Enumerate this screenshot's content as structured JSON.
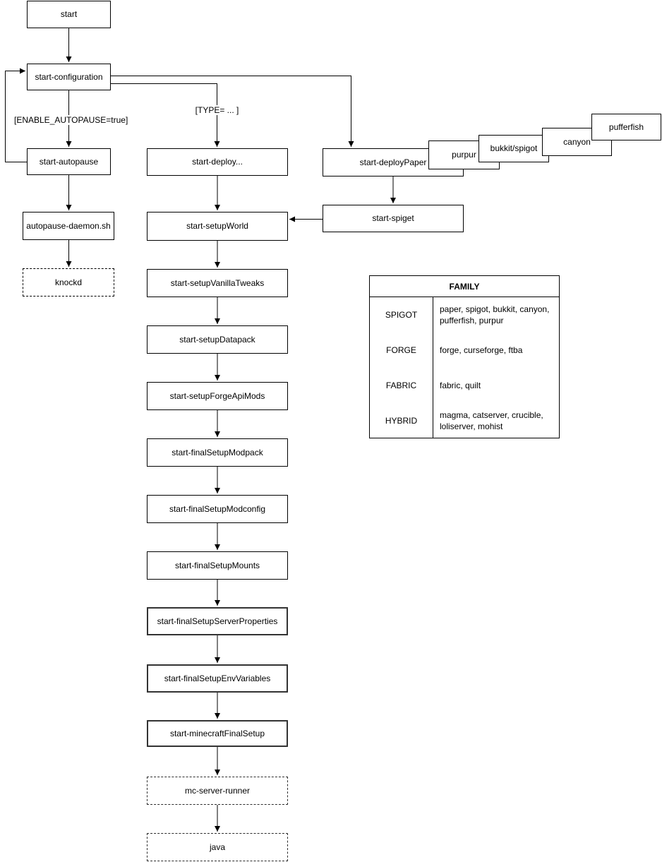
{
  "diagram": {
    "nodes": {
      "start": {
        "label": "start"
      },
      "start_configuration": {
        "label": "start-configuration"
      },
      "start_autopause": {
        "label": "start-autopause"
      },
      "autopause_daemon": {
        "label": "autopause-daemon.sh"
      },
      "knockd": {
        "label": "knockd"
      },
      "start_deploy": {
        "label": "start-deploy..."
      },
      "start_deploy_paper": {
        "label": "start-deployPaper"
      },
      "purpur": {
        "label": "purpur"
      },
      "bukkit_spigot": {
        "label": "bukkit/spigot"
      },
      "canyon": {
        "label": "canyon"
      },
      "pufferfish": {
        "label": "pufferfish"
      },
      "start_spiget": {
        "label": "start-spiget"
      },
      "start_setup_world": {
        "label": "start-setupWorld"
      },
      "start_setup_vanilla_tweaks": {
        "label": "start-setupVanillaTweaks"
      },
      "start_setup_datapack": {
        "label": "start-setupDatapack"
      },
      "start_setup_forge_api_mods": {
        "label": "start-setupForgeApiMods"
      },
      "start_final_setup_modpack": {
        "label": "start-finalSetupModpack"
      },
      "start_final_setup_modconfig": {
        "label": "start-finalSetupModconfig"
      },
      "start_final_setup_mounts": {
        "label": "start-finalSetupMounts"
      },
      "start_final_setup_server_properties": {
        "label": "start-finalSetupServerProperties"
      },
      "start_final_setup_env_variables": {
        "label": "start-finalSetupEnvVariables"
      },
      "start_minecraft_final_setup": {
        "label": "start-minecraftFinalSetup"
      },
      "mc_server_runner": {
        "label": "mc-server-runner"
      },
      "java": {
        "label": "java"
      }
    },
    "edge_labels": {
      "autopause_condition": "[ENABLE_AUTOPAUSE=true]",
      "type_condition": "[TYPE= ... ]"
    }
  },
  "family_table": {
    "title": "FAMILY",
    "rows": [
      {
        "family": "SPIGOT",
        "types": "paper, spigot, bukkit, canyon, pufferfish, purpur"
      },
      {
        "family": "FORGE",
        "types": "forge, curseforge, ftba"
      },
      {
        "family": "FABRIC",
        "types": "fabric, quilt"
      },
      {
        "family": "HYBRID",
        "types": "magma, catserver, crucible, loliserver, mohist"
      }
    ]
  },
  "colors": {
    "line": "#000000",
    "background": "#ffffff"
  }
}
